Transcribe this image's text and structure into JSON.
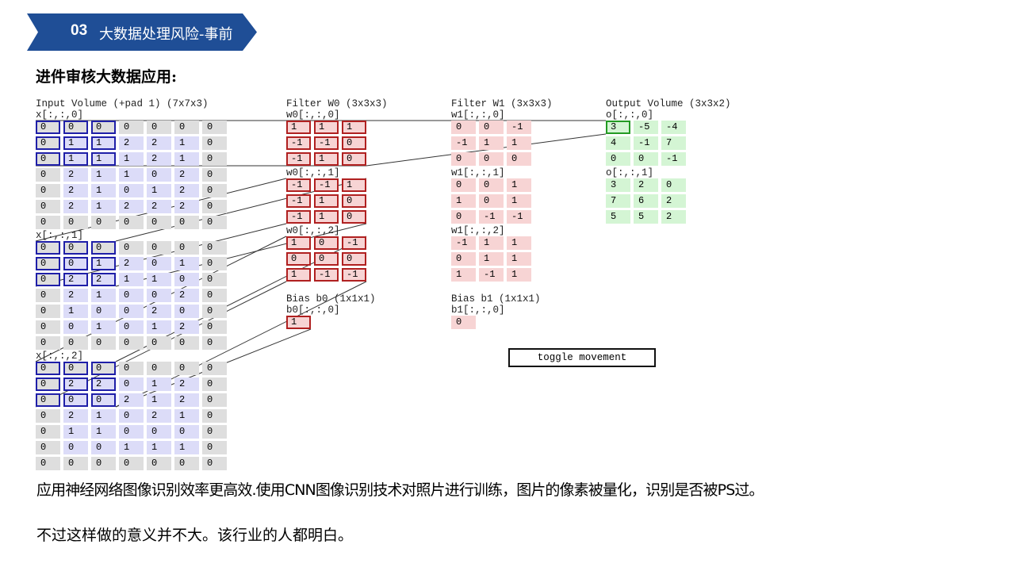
{
  "header": {
    "section_number": "03",
    "section_title": "大数据处理风险-事前",
    "banner_color": "#1f4e96"
  },
  "subtitle": "进件审核大数据应用:",
  "demo": {
    "input": {
      "title": "Input Volume (+pad 1) (7x7x3)",
      "slices": [
        {
          "label": "x[:,:,0]",
          "rows": [
            [
              "0",
              "0",
              "0",
              "0",
              "0",
              "0",
              "0"
            ],
            [
              "0",
              "1",
              "1",
              "2",
              "2",
              "1",
              "0"
            ],
            [
              "0",
              "1",
              "1",
              "1",
              "2",
              "1",
              "0"
            ],
            [
              "0",
              "2",
              "1",
              "1",
              "0",
              "2",
              "0"
            ],
            [
              "0",
              "2",
              "1",
              "0",
              "1",
              "2",
              "0"
            ],
            [
              "0",
              "2",
              "1",
              "2",
              "2",
              "2",
              "0"
            ],
            [
              "0",
              "0",
              "0",
              "0",
              "0",
              "0",
              "0"
            ]
          ]
        },
        {
          "label": "x[:,:,1]",
          "rows": [
            [
              "0",
              "0",
              "0",
              "0",
              "0",
              "0",
              "0"
            ],
            [
              "0",
              "0",
              "1",
              "2",
              "0",
              "1",
              "0"
            ],
            [
              "0",
              "2",
              "2",
              "1",
              "1",
              "0",
              "0"
            ],
            [
              "0",
              "2",
              "1",
              "0",
              "0",
              "2",
              "0"
            ],
            [
              "0",
              "1",
              "0",
              "0",
              "2",
              "0",
              "0"
            ],
            [
              "0",
              "0",
              "1",
              "0",
              "1",
              "2",
              "0"
            ],
            [
              "0",
              "0",
              "0",
              "0",
              "0",
              "0",
              "0"
            ]
          ]
        },
        {
          "label": "x[:,:,2]",
          "rows": [
            [
              "0",
              "0",
              "0",
              "0",
              "0",
              "0",
              "0"
            ],
            [
              "0",
              "2",
              "2",
              "0",
              "1",
              "2",
              "0"
            ],
            [
              "0",
              "0",
              "0",
              "2",
              "1",
              "2",
              "0"
            ],
            [
              "0",
              "2",
              "1",
              "0",
              "2",
              "1",
              "0"
            ],
            [
              "0",
              "1",
              "1",
              "0",
              "0",
              "0",
              "0"
            ],
            [
              "0",
              "0",
              "0",
              "1",
              "1",
              "1",
              "0"
            ],
            [
              "0",
              "0",
              "0",
              "0",
              "0",
              "0",
              "0"
            ]
          ]
        }
      ]
    },
    "filter0": {
      "title": "Filter W0 (3x3x3)",
      "slices": [
        {
          "label": "w0[:,:,0]",
          "rows": [
            [
              "1",
              "1",
              "1"
            ],
            [
              "-1",
              "-1",
              "0"
            ],
            [
              "-1",
              "1",
              "0"
            ]
          ]
        },
        {
          "label": "w0[:,:,1]",
          "rows": [
            [
              "-1",
              "-1",
              "1"
            ],
            [
              "-1",
              "1",
              "0"
            ],
            [
              "-1",
              "1",
              "0"
            ]
          ]
        },
        {
          "label": "w0[:,:,2]",
          "rows": [
            [
              "1",
              "0",
              "-1"
            ],
            [
              "0",
              "0",
              "0"
            ],
            [
              "1",
              "-1",
              "-1"
            ]
          ]
        }
      ],
      "bias_title": "Bias b0 (1x1x1)",
      "bias_label": "b0[:,:,0]",
      "bias_value": "1"
    },
    "filter1": {
      "title": "Filter W1 (3x3x3)",
      "slices": [
        {
          "label": "w1[:,:,0]",
          "rows": [
            [
              "0",
              "0",
              "-1"
            ],
            [
              "-1",
              "1",
              "1"
            ],
            [
              "0",
              "0",
              "0"
            ]
          ]
        },
        {
          "label": "w1[:,:,1]",
          "rows": [
            [
              "0",
              "0",
              "1"
            ],
            [
              "1",
              "0",
              "1"
            ],
            [
              "0",
              "-1",
              "-1"
            ]
          ]
        },
        {
          "label": "w1[:,:,2]",
          "rows": [
            [
              "-1",
              "1",
              "1"
            ],
            [
              "0",
              "1",
              "1"
            ],
            [
              "1",
              "-1",
              "1"
            ]
          ]
        }
      ],
      "bias_title": "Bias b1 (1x1x1)",
      "bias_label": "b1[:,:,0]",
      "bias_value": "0"
    },
    "output": {
      "title": "Output Volume (3x3x2)",
      "slices": [
        {
          "label": "o[:,:,0]",
          "rows": [
            [
              "3",
              "-5",
              "-4"
            ],
            [
              "4",
              "-1",
              "7"
            ],
            [
              "0",
              "0",
              "-1"
            ]
          ]
        },
        {
          "label": "o[:,:,1]",
          "rows": [
            [
              "3",
              "2",
              "0"
            ],
            [
              "7",
              "6",
              "2"
            ],
            [
              "5",
              "5",
              "2"
            ]
          ]
        }
      ]
    },
    "toggle_label": "toggle movement"
  },
  "paragraphs": [
    "应用神经网络图像识别效率更高效.使用CNN图像识别技术对照片进行训练，图片的像素被量化，识别是否被PS过。",
    "不过这样做的意义并不大。该行业的人都明白。"
  ]
}
